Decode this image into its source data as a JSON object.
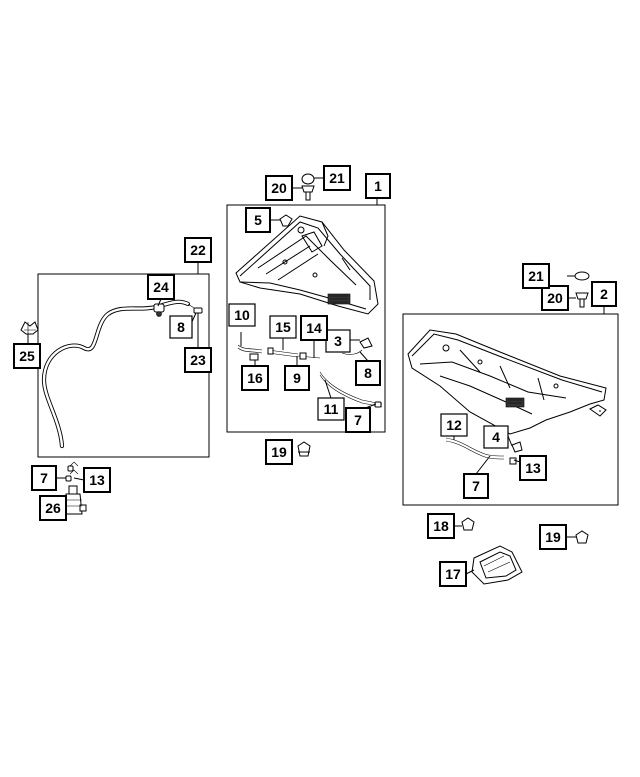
{
  "diagram": {
    "callouts": [
      {
        "id": "c1",
        "label": "1"
      },
      {
        "id": "c2",
        "label": "2"
      },
      {
        "id": "c3",
        "label": "3"
      },
      {
        "id": "c4",
        "label": "4"
      },
      {
        "id": "c5",
        "label": "5"
      },
      {
        "id": "c7a",
        "label": "7"
      },
      {
        "id": "c7b",
        "label": "7"
      },
      {
        "id": "c7c",
        "label": "7"
      },
      {
        "id": "c8a",
        "label": "8"
      },
      {
        "id": "c8b",
        "label": "8"
      },
      {
        "id": "c9",
        "label": "9"
      },
      {
        "id": "c10",
        "label": "10"
      },
      {
        "id": "c11",
        "label": "11"
      },
      {
        "id": "c12",
        "label": "12"
      },
      {
        "id": "c13a",
        "label": "13"
      },
      {
        "id": "c13b",
        "label": "13"
      },
      {
        "id": "c14",
        "label": "14"
      },
      {
        "id": "c15",
        "label": "15"
      },
      {
        "id": "c16",
        "label": "16"
      },
      {
        "id": "c17",
        "label": "17"
      },
      {
        "id": "c18",
        "label": "18"
      },
      {
        "id": "c19a",
        "label": "19"
      },
      {
        "id": "c19b",
        "label": "19"
      },
      {
        "id": "c20a",
        "label": "20"
      },
      {
        "id": "c20b",
        "label": "20"
      },
      {
        "id": "c21a",
        "label": "21"
      },
      {
        "id": "c21b",
        "label": "21"
      },
      {
        "id": "c22",
        "label": "22"
      },
      {
        "id": "c23",
        "label": "23"
      },
      {
        "id": "c24",
        "label": "24"
      },
      {
        "id": "c25",
        "label": "25"
      },
      {
        "id": "c26",
        "label": "26"
      }
    ]
  }
}
